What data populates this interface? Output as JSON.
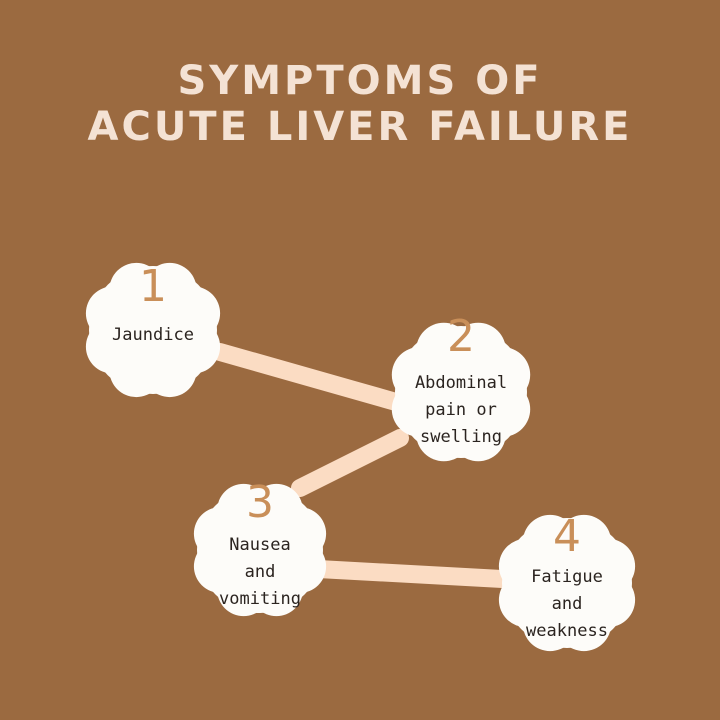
{
  "title": {
    "line1": "SYMPTOMS OF",
    "line2": "ACUTE LIVER FAILURE"
  },
  "colors": {
    "background": "#9b6a40",
    "title": "#f4e2d4",
    "cloud": "#fdfcf9",
    "connector": "#fbdcc3",
    "number": "#c98f59",
    "label": "#2b2420"
  },
  "steps": [
    {
      "number": "1",
      "lines": [
        "Jaundice"
      ]
    },
    {
      "number": "2",
      "lines": [
        "Abdominal",
        "pain or",
        "swelling"
      ]
    },
    {
      "number": "3",
      "lines": [
        "Nausea",
        "and",
        "vomiting"
      ]
    },
    {
      "number": "4",
      "lines": [
        "Fatigue",
        "and",
        "weakness"
      ]
    }
  ]
}
